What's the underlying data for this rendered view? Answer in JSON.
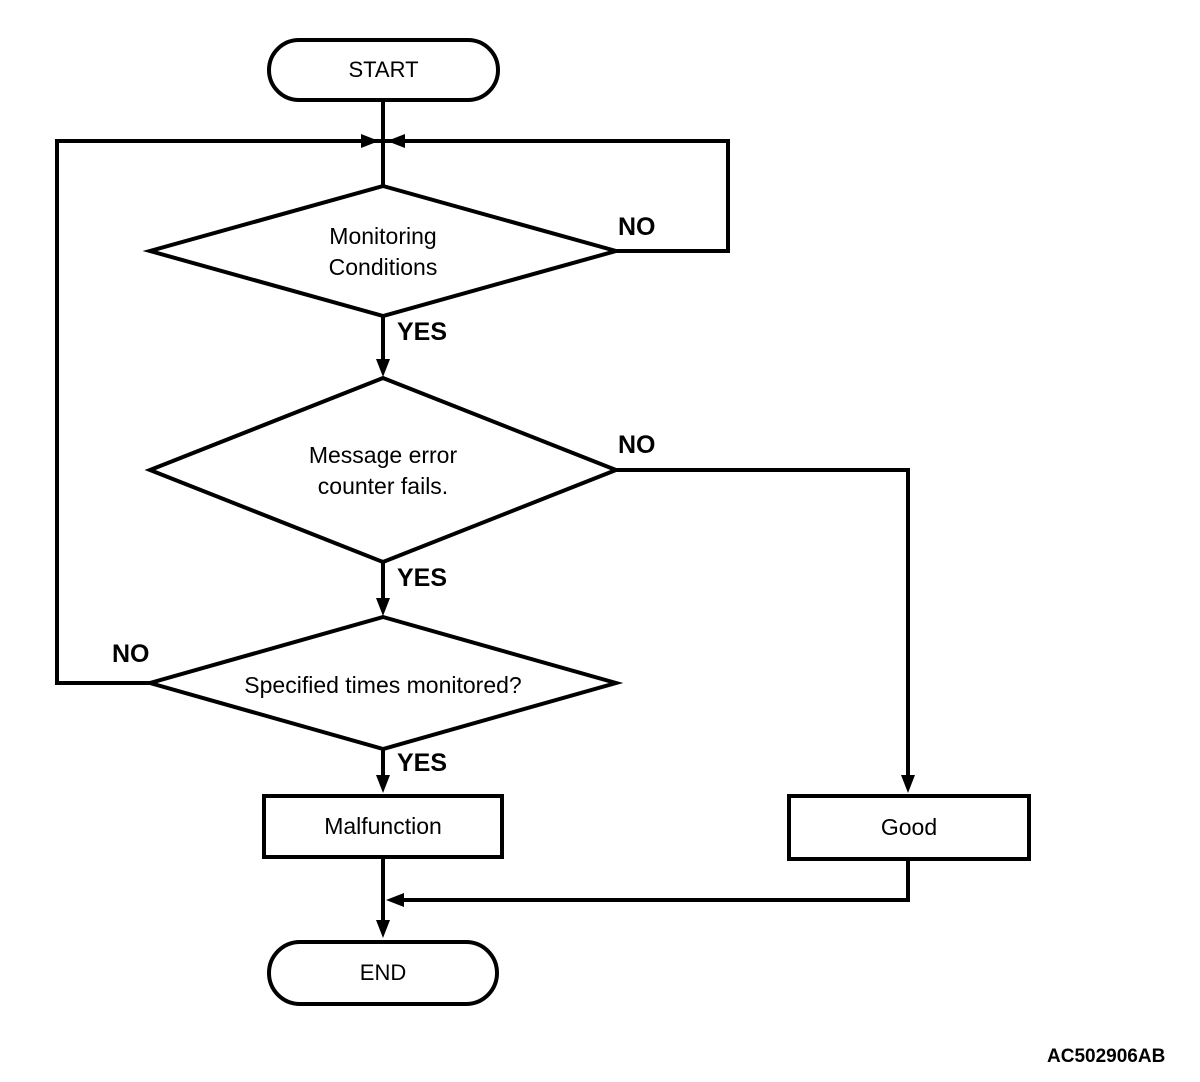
{
  "diagram": {
    "type": "flowchart",
    "figure_code": "AC502906AB",
    "colors": {
      "line": "#000000",
      "background": "#ffffff",
      "text": "#000000"
    },
    "nodes": {
      "start": {
        "type": "terminator",
        "label": "START"
      },
      "decision1": {
        "type": "decision",
        "label": "Monitoring\nConditions"
      },
      "decision2": {
        "type": "decision",
        "label": "Message error\ncounter fails."
      },
      "decision3": {
        "type": "decision",
        "label": "Specified times monitored?"
      },
      "malfunction": {
        "type": "process",
        "label": "Malfunction"
      },
      "good": {
        "type": "process",
        "label": "Good"
      },
      "end": {
        "type": "terminator",
        "label": "END"
      }
    },
    "edge_labels": {
      "decision1_no": "NO",
      "decision1_yes": "YES",
      "decision2_no": "NO",
      "decision2_yes": "YES",
      "decision3_no": "NO",
      "decision3_yes": "YES"
    }
  }
}
